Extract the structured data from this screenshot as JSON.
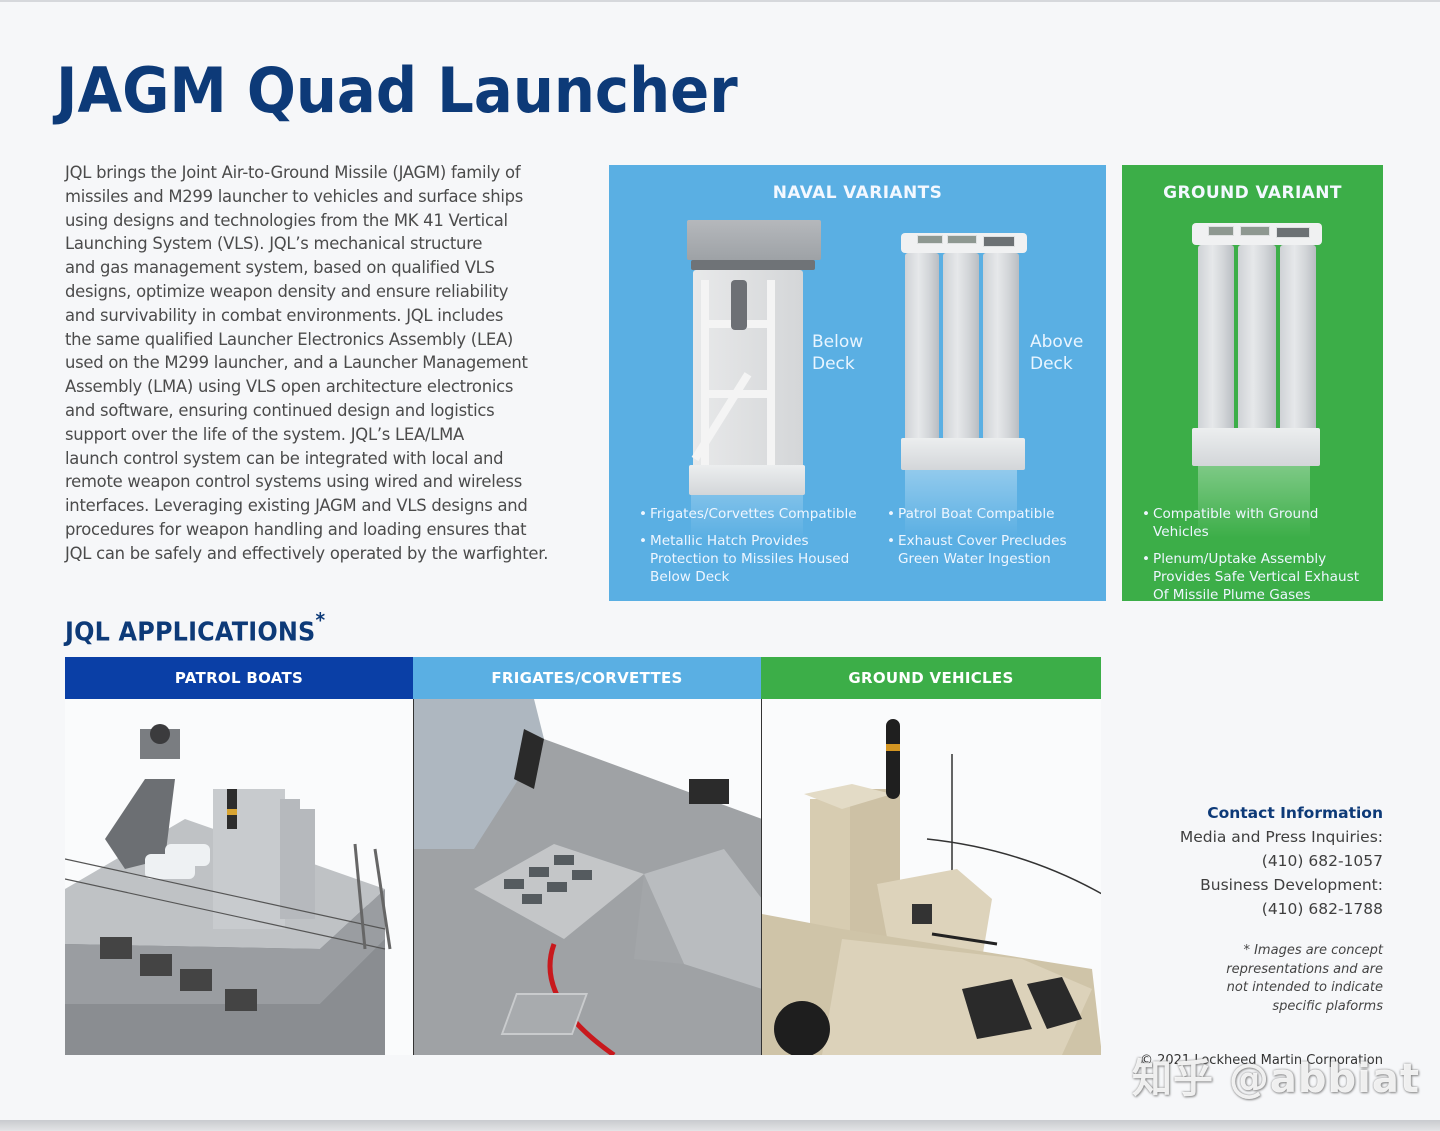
{
  "page": {
    "title": "JAGM Quad Launcher"
  },
  "intro": {
    "lines": [
      "JQL brings the Joint Air-to-Ground Missile (JAGM) family of",
      "missiles and M299 launcher to vehicles and surface ships",
      "using designs and technologies from the MK 41 Vertical",
      "Launching System (VLS). JQL’s mechanical structure",
      "and gas management system, based on qualified VLS",
      "designs, optimize weapon density and ensure reliability",
      "and survivability in combat environments. JQL includes",
      "the same qualified Launcher Electronics Assembly (LEA)",
      "used on the M299 launcher, and a Launcher Management",
      "Assembly (LMA) using VLS open architecture electronics",
      "and software, ensuring continued design and logistics",
      "support over the life of the system. JQL’s LEA/LMA",
      "launch control system can be integrated with local and",
      "remote weapon control systems using wired and wireless",
      "interfaces. Leveraging existing JAGM and VLS designs and",
      "procedures for weapon handling and loading ensures that",
      "JQL can be safely and effectively operated by the warfighter."
    ]
  },
  "naval": {
    "title": "NAVAL VARIANTS",
    "color": "#5aafe3",
    "below_deck": {
      "label_line1": "Below",
      "label_line2": "Deck",
      "bullets": [
        "Frigates/Corvettes Compatible",
        "Metallic Hatch Provides Protection to Missiles Housed Below Deck"
      ]
    },
    "above_deck": {
      "label_line1": "Above",
      "label_line2": "Deck",
      "bullets": [
        "Patrol Boat Compatible",
        "Exhaust Cover Precludes Green Water Ingestion"
      ]
    }
  },
  "ground": {
    "title": "GROUND VARIANT",
    "color": "#3cae48",
    "bullets": [
      "Compatible with Ground Vehicles",
      "Plenum/Uptake Assembly Provides Safe Vertical Exhaust Of Missile Plume Gases"
    ]
  },
  "applications": {
    "title": "JQL APPLICATIONS",
    "asterisk": "*",
    "columns": [
      {
        "label": "PATROL BOATS",
        "color": "#0a3fa6",
        "image": "patrol-boat-render"
      },
      {
        "label": "FRIGATES/CORVETTES",
        "color": "#5aafe3",
        "image": "frigate-deck-render"
      },
      {
        "label": "GROUND VEHICLES",
        "color": "#3cae48",
        "image": "ground-vehicle-render"
      }
    ]
  },
  "contact": {
    "title": "Contact Information",
    "media_label": "Media and Press Inquiries:",
    "media_phone": "(410) 682-1057",
    "business_label": "Business Development:",
    "business_phone": "(410) 682-1788"
  },
  "note": {
    "lines": [
      "* Images are concept",
      "representations and are",
      "not intended to indicate",
      "specific plaforms"
    ]
  },
  "footer": {
    "copyright": "© 2021 Lockheed Martin Corporation",
    "watermark": "知乎 @abbiat"
  },
  "colors": {
    "title_navy": "#0d3a78",
    "naval_blue": "#5aafe3",
    "ground_green": "#3cae48",
    "patrol_blue": "#0a3fa6"
  }
}
